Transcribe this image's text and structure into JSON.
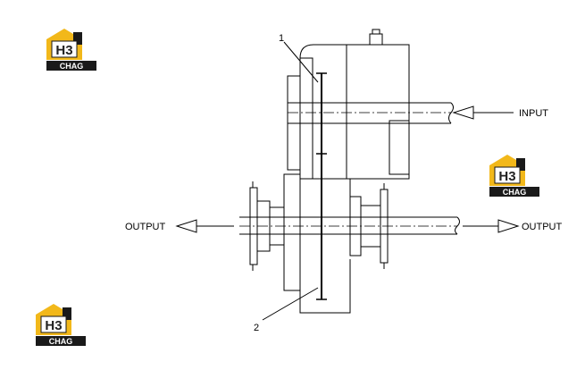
{
  "diagram": {
    "labels": {
      "input": "INPUT",
      "output_left": "OUTPUT",
      "output_right": "OUTPUT",
      "callout_1": "1",
      "callout_2": "2"
    }
  },
  "watermarks": [
    {
      "mark": "H3",
      "caption": "CHAG"
    },
    {
      "mark": "H3",
      "caption": "CHAG"
    },
    {
      "mark": "H3",
      "caption": "CHAG"
    }
  ],
  "colors": {
    "line": "#000000",
    "logo_yellow": "#f2b81a",
    "logo_dark": "#1a1a1a",
    "background": "#ffffff"
  }
}
